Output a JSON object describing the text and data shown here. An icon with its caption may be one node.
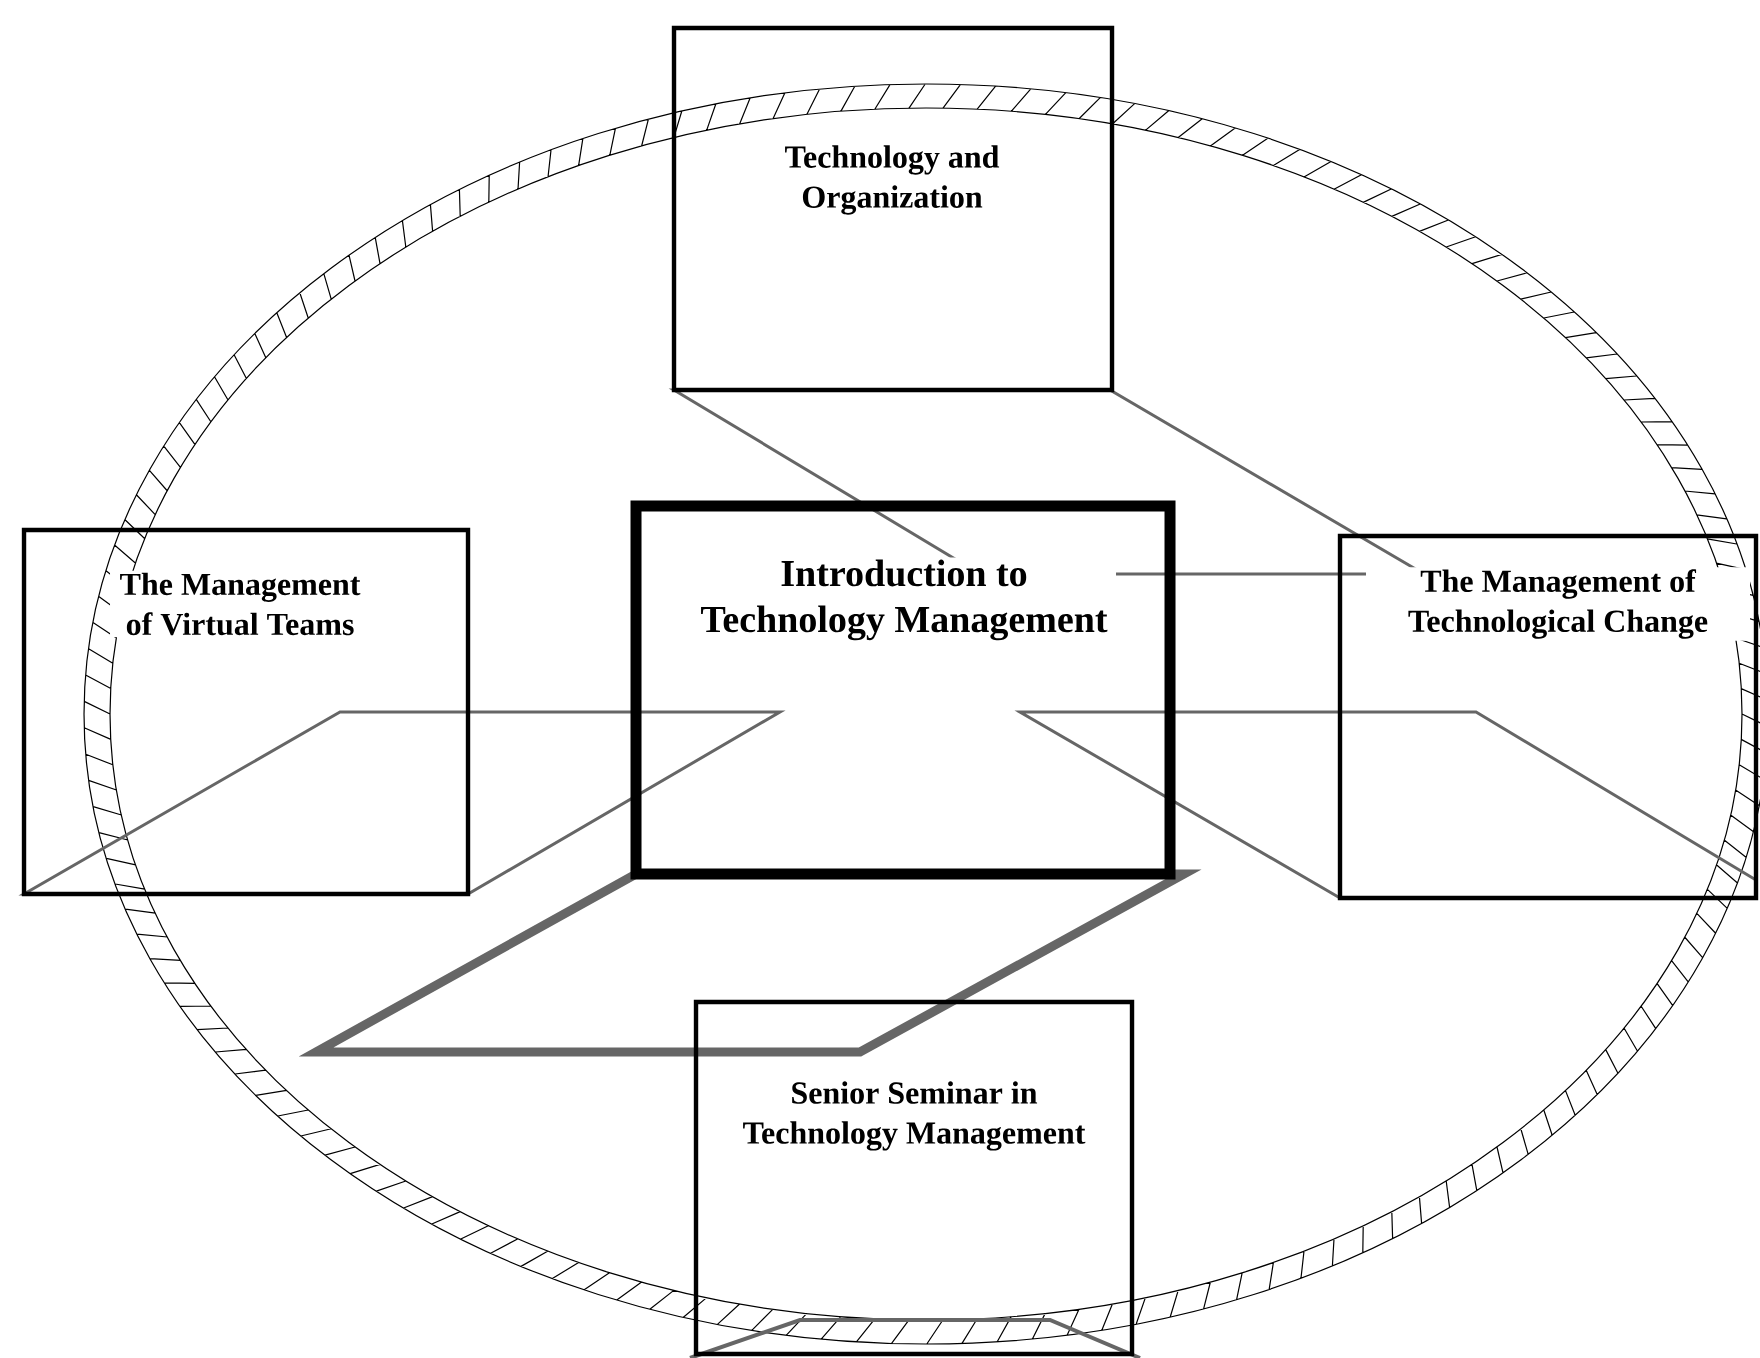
{
  "diagram": {
    "nodes": [
      {
        "text": [
          "Technology and Organization"
        ]
      },
      {
        "text": [
          "The Management of Virtual Teams"
        ]
      },
      {
        "text": [
          "Introduction to Technology Management"
        ]
      },
      {
        "text": [
          "The Management of Technological Change"
        ]
      },
      {
        "text": [
          "Senior Seminar in Technology Management"
        ]
      }
    ]
  }
}
